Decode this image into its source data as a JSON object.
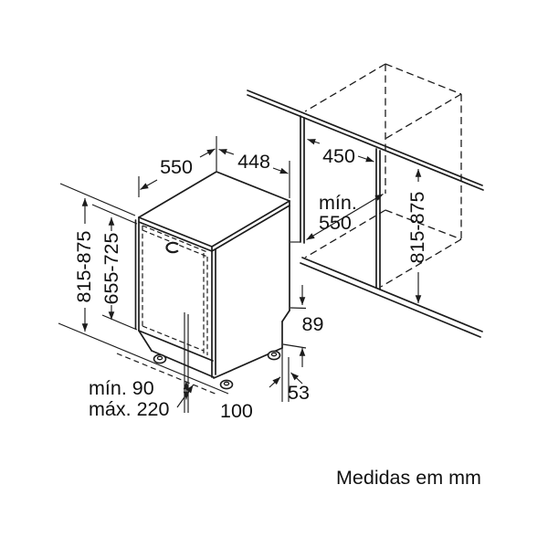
{
  "footer": "Medidas em mm",
  "dims": {
    "depth_top": "550",
    "width_top": "448",
    "niche_width": "450",
    "niche_depth_l1": "mín.",
    "niche_depth_l2": "550",
    "height_unit": "815-875",
    "height_door": "655-725",
    "height_niche": "815-875",
    "plinth_min": "mín. 90",
    "plinth_max": "máx. 220",
    "front_adjust": "100",
    "rear_base_height": "89",
    "rear_gap": "53"
  },
  "colors": {
    "line": "#1c1c1c",
    "background": "#ffffff"
  }
}
